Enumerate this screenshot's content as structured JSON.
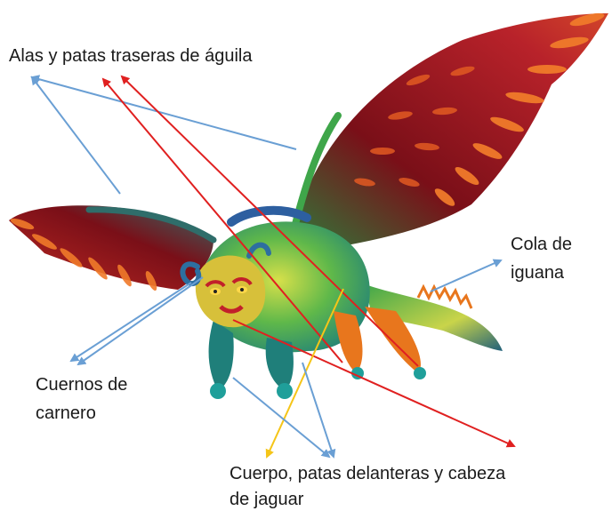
{
  "labels": {
    "wings": "Alas y patas traseras de águila",
    "tail_line1": "Cola de",
    "tail_line2": "iguana",
    "horns_line1": "Cuernos de",
    "horns_line2": "carnero",
    "body_line1": "Cuerpo, patas delanteras y cabeza",
    "body_line2": "de jaguar"
  },
  "arrow_colors": {
    "blue": "#6a9fd4",
    "red": "#e02020",
    "yellow": "#f5c518"
  },
  "creature_colors": {
    "wing_dark": "#7a0f18",
    "wing_mid": "#b8222a",
    "wing_tip": "#f07a2a",
    "body_green": "#3fa64a",
    "body_yellow": "#d7e04a",
    "body_teal": "#1f7f7a",
    "face_orange": "#e8761d"
  }
}
